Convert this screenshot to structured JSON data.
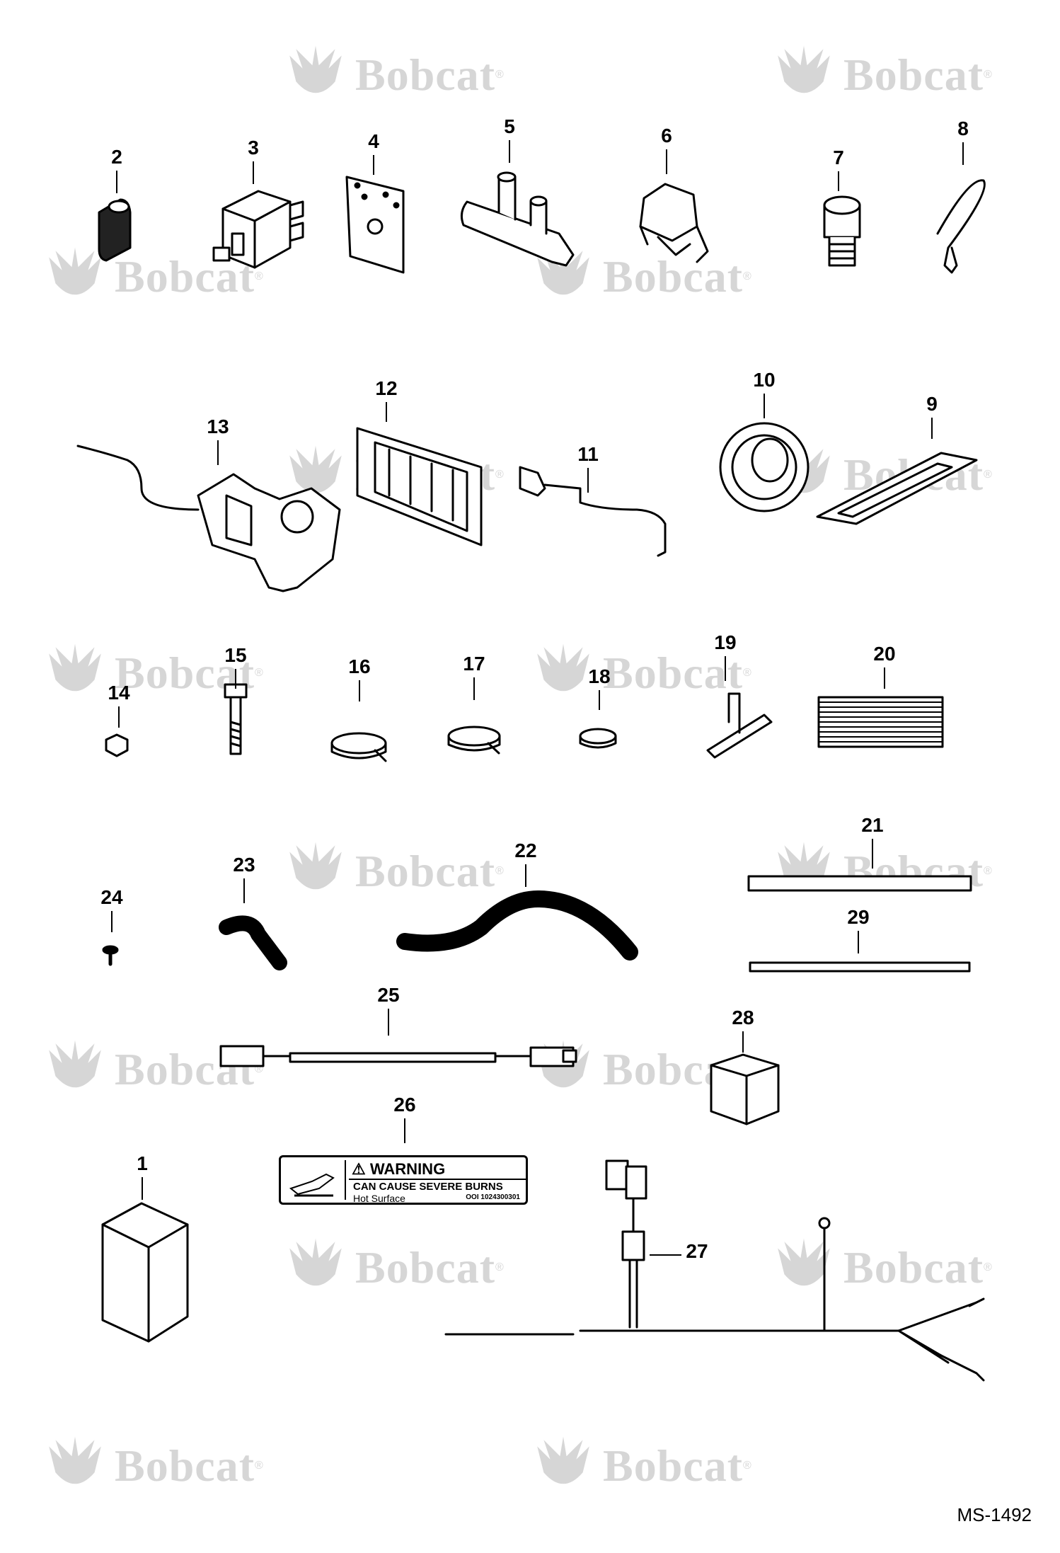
{
  "watermark": {
    "brand": "Bobcat",
    "mark": "®"
  },
  "callouts": [
    "1",
    "2",
    "3",
    "4",
    "5",
    "6",
    "7",
    "8",
    "9",
    "10",
    "11",
    "12",
    "13",
    "14",
    "15",
    "16",
    "17",
    "18",
    "19",
    "20",
    "21",
    "22",
    "23",
    "24",
    "25",
    "26",
    "27",
    "28",
    "29"
  ],
  "decal": {
    "header": "WARNING",
    "line1": "CAN CAUSE SEVERE BURNS",
    "line2": "Hot Surface",
    "part_code": "OOI 1024300301"
  },
  "drawing_code": "MS-1492",
  "colors": {
    "line": "#000000",
    "watermark": "#c9c9c9",
    "background": "#ffffff"
  }
}
